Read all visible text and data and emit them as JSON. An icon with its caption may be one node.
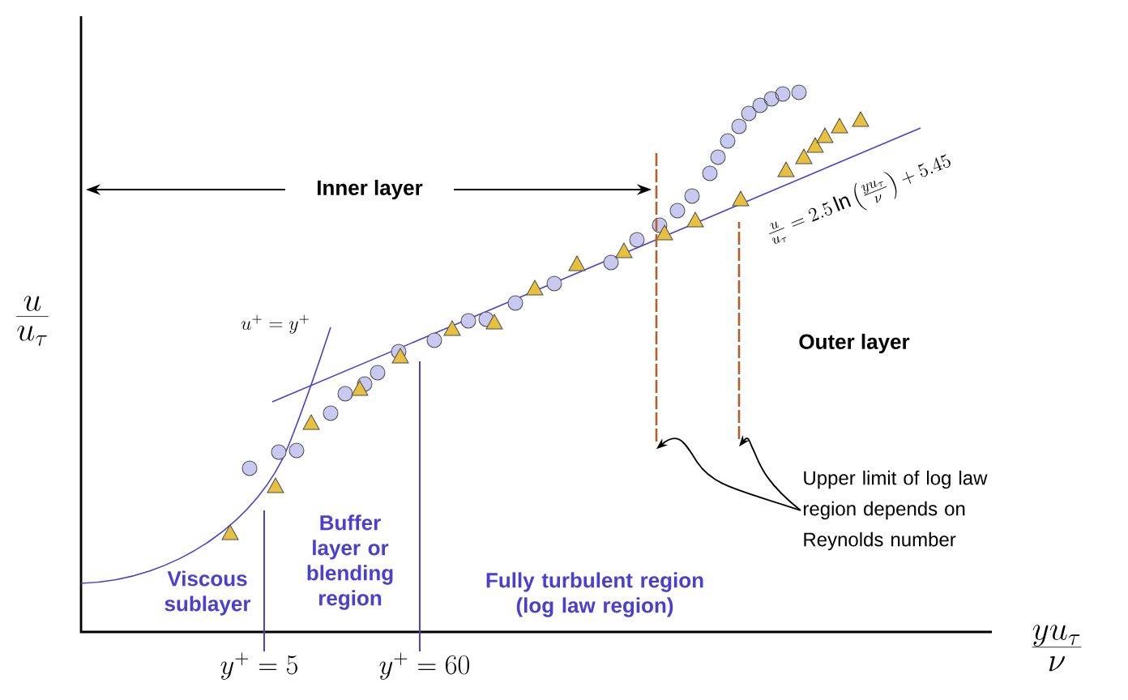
{
  "diagram": {
    "nodes": [
      {
        "text": [
          "Upper limit of log law region depends on Reynolds number"
        ]
      },
      {
        "text": [],
        "shape": "line"
      },
      {
        "text": [],
        "shape": "line"
      }
    ],
    "edges": [
      {
        "from": 0,
        "to": 1,
        "arrow": "to"
      },
      {
        "from": 0,
        "to": 2,
        "arrow": "to"
      }
    ],
    "labels": [
      "Inner layer",
      "Outer layer",
      "Viscous sublayer",
      "Buffer layer or blending region",
      "Fully turbulent region (log law region)",
      "\\frac{u}{u_\\tau}",
      "\\frac{y u_\\tau}{\\nu}",
      "u^+ = y^+",
      "y^+ = 5",
      "y^+ = 60",
      "\\frac{u}{u_\\tau} = 2.5\\ln\\left(\\frac{y u_\\tau}{\\nu}\\right) + 5.45"
    ]
  }
}
